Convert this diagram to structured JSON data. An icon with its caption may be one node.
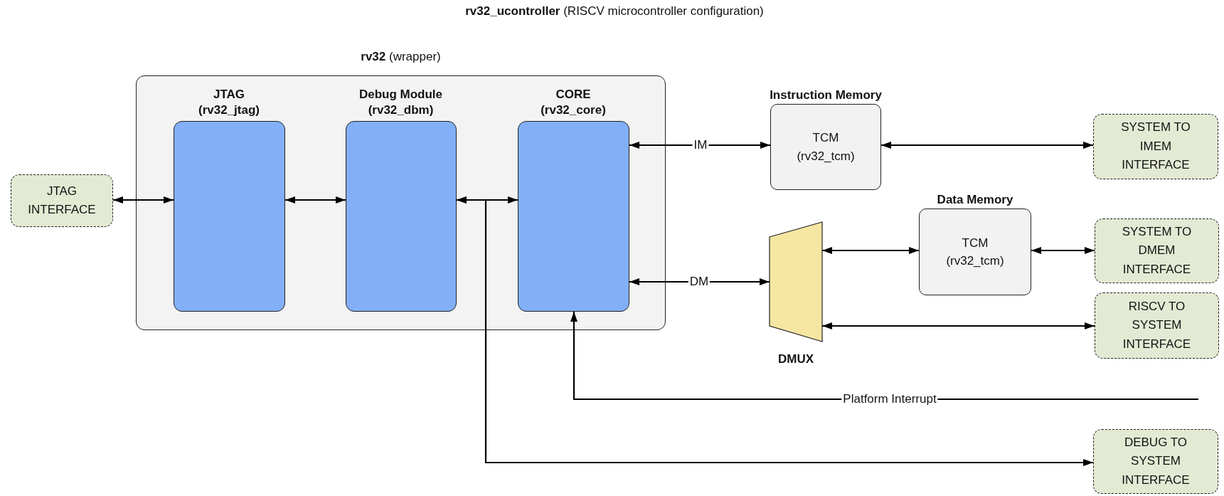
{
  "diagram": {
    "title": "**rv32_ucontroller** (RISCV microcontroller configuration)",
    "nodes": [
      {
        "text": [
          "**rv32** (wrapper)"
        ]
      },
      {
        "text": [
          "JTAG (rv32_jtag)"
        ],
        "in": 0
      },
      {
        "text": [
          "Debug Module (rv32_dbm)"
        ],
        "in": 0
      },
      {
        "text": [
          "CORE (rv32_core)"
        ],
        "in": 0
      },
      {
        "text": [
          "JTAG INTERFACE"
        ]
      },
      {
        "text": [
          "Instruction Memory",
          "TCM (rv32_tcm)"
        ]
      },
      {
        "text": [
          "SYSTEM TO IMEM INTERFACE"
        ]
      },
      {
        "text": [
          "DMUX"
        ]
      },
      {
        "text": [
          "Data Memory",
          "TCM (rv32_tcm)"
        ]
      },
      {
        "text": [
          "SYSTEM TO DMEM INTERFACE"
        ]
      },
      {
        "text": [
          "RISCV TO SYSTEM INTERFACE"
        ]
      },
      {
        "text": [
          "DEBUG TO SYSTEM INTERFACE"
        ]
      }
    ],
    "edges": [
      {
        "from": 4,
        "to": 1,
        "arrow": "both"
      },
      {
        "from": 1,
        "to": 2,
        "arrow": "both"
      },
      {
        "from": 2,
        "to": 3,
        "arrow": "both"
      },
      {
        "from": 2,
        "to": 11,
        "arrow": "both"
      },
      {
        "from": 3,
        "to": 5,
        "arrow": "both",
        "label": "IM"
      },
      {
        "from": 5,
        "to": 6,
        "arrow": "both"
      },
      {
        "from": 3,
        "to": 7,
        "arrow": "both",
        "label": "DM"
      },
      {
        "from": 7,
        "to": 8,
        "arrow": "both"
      },
      {
        "from": 8,
        "to": 9,
        "arrow": "both"
      },
      {
        "from": 7,
        "to": 10,
        "arrow": "both"
      },
      {
        "from": null,
        "to": 3,
        "arrow": "to",
        "label": "Platform Interrupt"
      }
    ]
  }
}
